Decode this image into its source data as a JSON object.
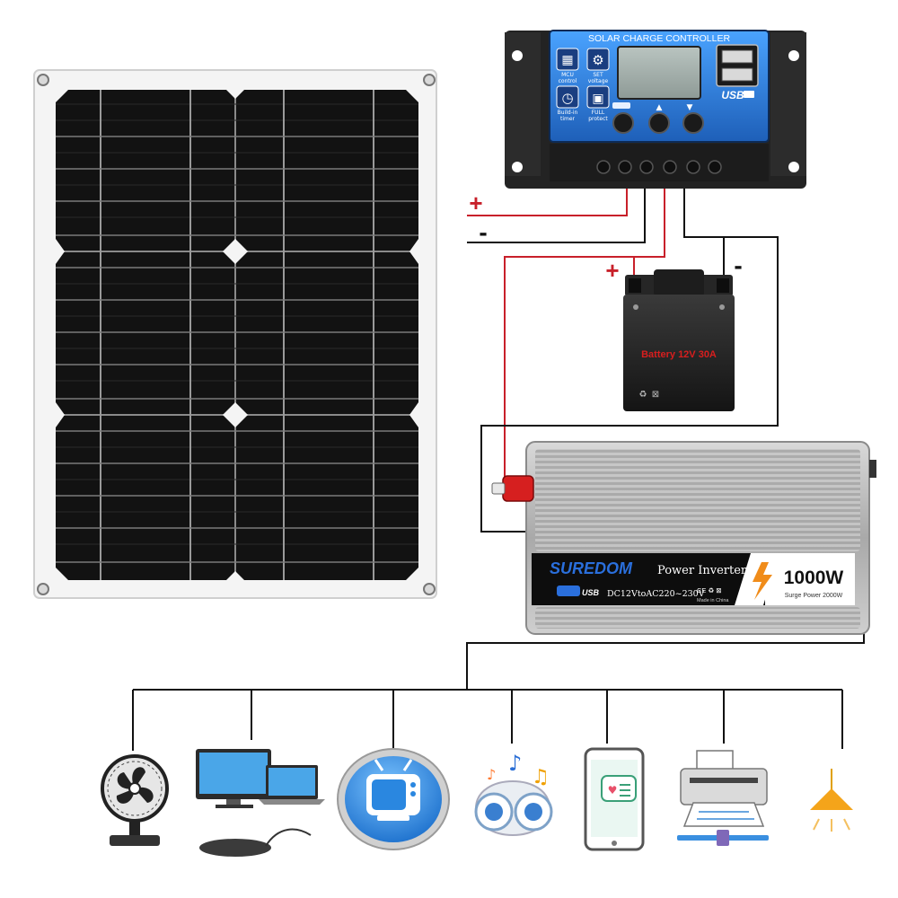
{
  "controller": {
    "title": "SOLAR CHARGE CONTROLLER",
    "btn_mcu": "MCU",
    "btn_mcu_sub": "control",
    "btn_set": "SET",
    "btn_set_sub": "voltage",
    "btn_timer": "Build-in",
    "btn_timer_sub": "timer",
    "btn_full": "FULL",
    "btn_full_sub": "protect",
    "usb_label": "USB"
  },
  "wires": {
    "plus_sign": "+",
    "minus_sign": "-"
  },
  "battery": {
    "label": "Battery  12V 30A"
  },
  "inverter": {
    "brand": "SUREDOM",
    "product": "Power Inverter",
    "spec": "DC12VtoAC220~230V",
    "usb_label": "USB",
    "power": "1000W",
    "surge": "Surge Power 2000W",
    "certs": "CE ♻ ⊠",
    "origin": "Made in China"
  },
  "colors": {
    "controller_blue": "#2f7fd6",
    "wire_red": "#c8202a",
    "wire_black": "#111111",
    "battery_label": "#d81e1e",
    "inverter_brand": "#1f5fc4",
    "appliance_blue": "#3a8fe0"
  },
  "appliances": [
    "fan-icon",
    "computer-icon",
    "tv-icon",
    "speaker-icon",
    "phone-icon",
    "printer-icon",
    "lamp-icon"
  ]
}
